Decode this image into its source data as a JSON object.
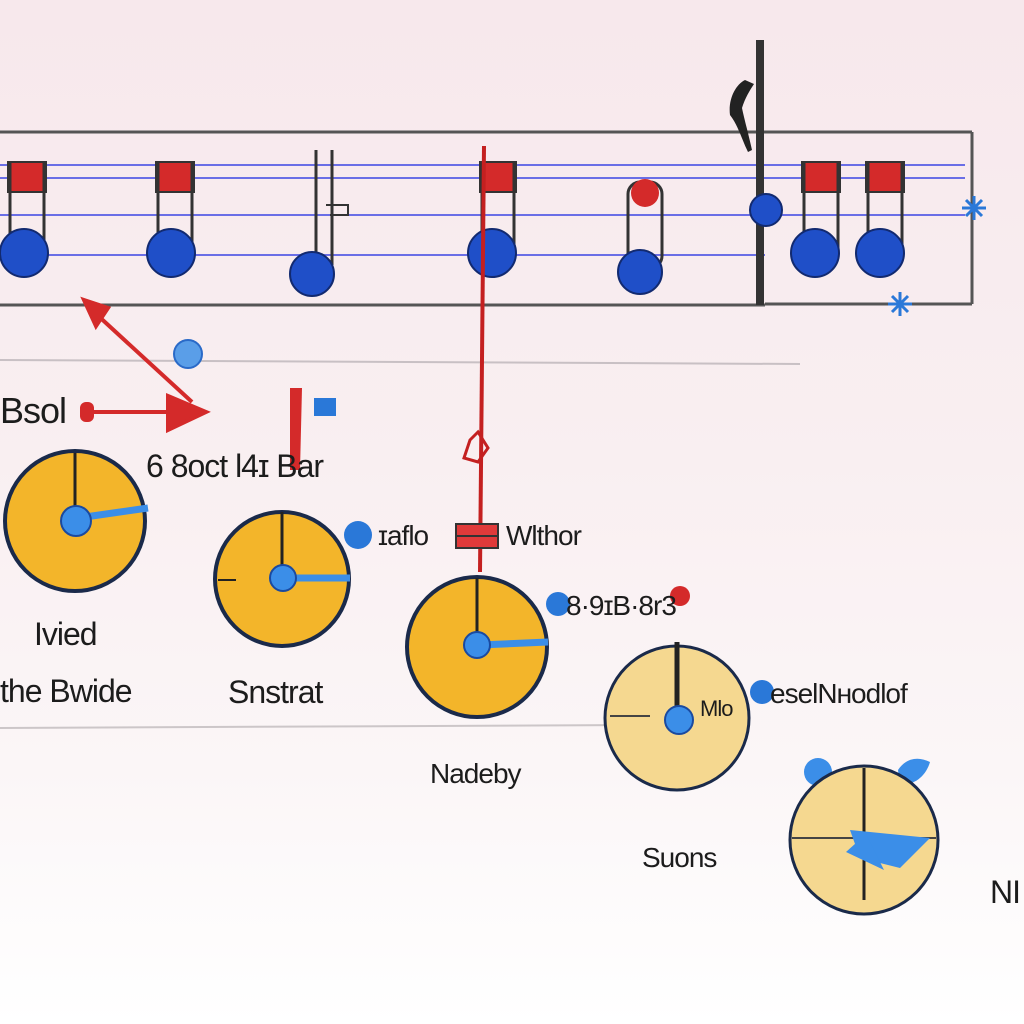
{
  "labels": {
    "top_left": "Bsol",
    "beat_bar": "6 8oct l4ɪ Bar",
    "pointer_left": "ɪaflo",
    "pointer_right": "Wlthor",
    "gear_tag": "8·9ɪB·8r3",
    "legend_tag": "eselNʜodlof",
    "wheel_1_top": "Ivied",
    "wheel_1_bottom": "the Bwide",
    "wheel_2": "Snstrat",
    "wheel_3": "Nadeby",
    "wheel_4_inner": "Mlo",
    "wheel_5": "Suons",
    "corner": "NI"
  },
  "colors": {
    "staff_line": "#6a6ee6",
    "frame": "#555555",
    "note_head": "#1f4fc8",
    "note_cap": "#d42a2a",
    "wheel_fill": "#f3b52a",
    "wheel_fill_pale": "#f5d890",
    "hand": "#3b8ee8",
    "arrow": "#d42a2a"
  },
  "icons": [
    "snowflake-icon",
    "bird-icon",
    "arrow-icon",
    "flag-icon"
  ]
}
